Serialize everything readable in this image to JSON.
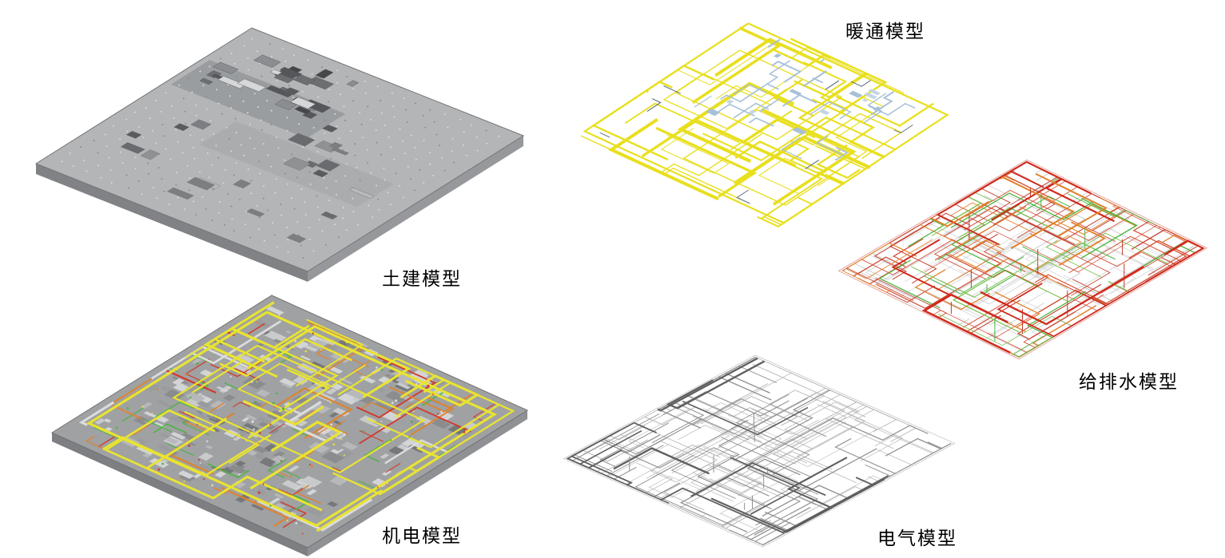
{
  "figure": {
    "background": "#ffffff",
    "text_color": "#000000"
  },
  "models": {
    "civil": {
      "label": "土建模型",
      "base_color": "#b3b5b7",
      "edge_color": "#808285"
    },
    "mep": {
      "label": "机电模型",
      "base_color": "#9fa1a3",
      "pipe_colors": [
        "#e8e332",
        "#49b43c",
        "#d23a2e",
        "#e0832c",
        "#dcdcdc"
      ]
    },
    "hvac": {
      "label": "暖通模型",
      "duct_color": "#e8df1e",
      "fitting_color": "#a6c0d8"
    },
    "plumbing": {
      "label": "给排水模型",
      "pipe_colors": [
        "#c33a28",
        "#e2822c",
        "#49b43c",
        "#c3c4c6"
      ]
    },
    "electrical": {
      "label": "电气模型",
      "wire_colors": [
        "#b8b8b8",
        "#8e8e8e",
        "#5f5f5f"
      ]
    }
  }
}
